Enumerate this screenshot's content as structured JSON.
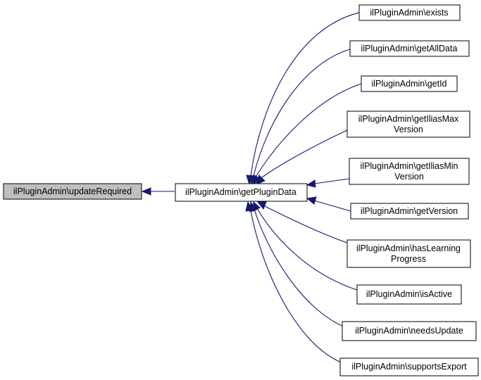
{
  "nodes": {
    "update_required": {
      "lines": [
        "ilPluginAdmin\\updateRequired"
      ]
    },
    "get_plugin_data": {
      "lines": [
        "ilPluginAdmin\\getPluginData"
      ]
    },
    "exists": {
      "lines": [
        "ilPluginAdmin\\exists"
      ]
    },
    "get_all_data": {
      "lines": [
        "ilPluginAdmin\\getAllData"
      ]
    },
    "get_id": {
      "lines": [
        "ilPluginAdmin\\getId"
      ]
    },
    "get_ilias_max_version": {
      "lines": [
        "ilPluginAdmin\\getIliasMax",
        "Version"
      ]
    },
    "get_ilias_min_version": {
      "lines": [
        "ilPluginAdmin\\getIliasMin",
        "Version"
      ]
    },
    "get_version": {
      "lines": [
        "ilPluginAdmin\\getVersion"
      ]
    },
    "has_learning_progress": {
      "lines": [
        "ilPluginAdmin\\hasLearning",
        "Progress"
      ]
    },
    "is_active": {
      "lines": [
        "ilPluginAdmin\\isActive"
      ]
    },
    "needs_update": {
      "lines": [
        "ilPluginAdmin\\needsUpdate"
      ]
    },
    "supports_export": {
      "lines": [
        "ilPluginAdmin\\supportsExport"
      ]
    }
  },
  "colors": {
    "edge": "#191970",
    "focus_fill": "#bfbfbf",
    "box_fill": "#ffffff",
    "box_stroke": "#000000"
  }
}
